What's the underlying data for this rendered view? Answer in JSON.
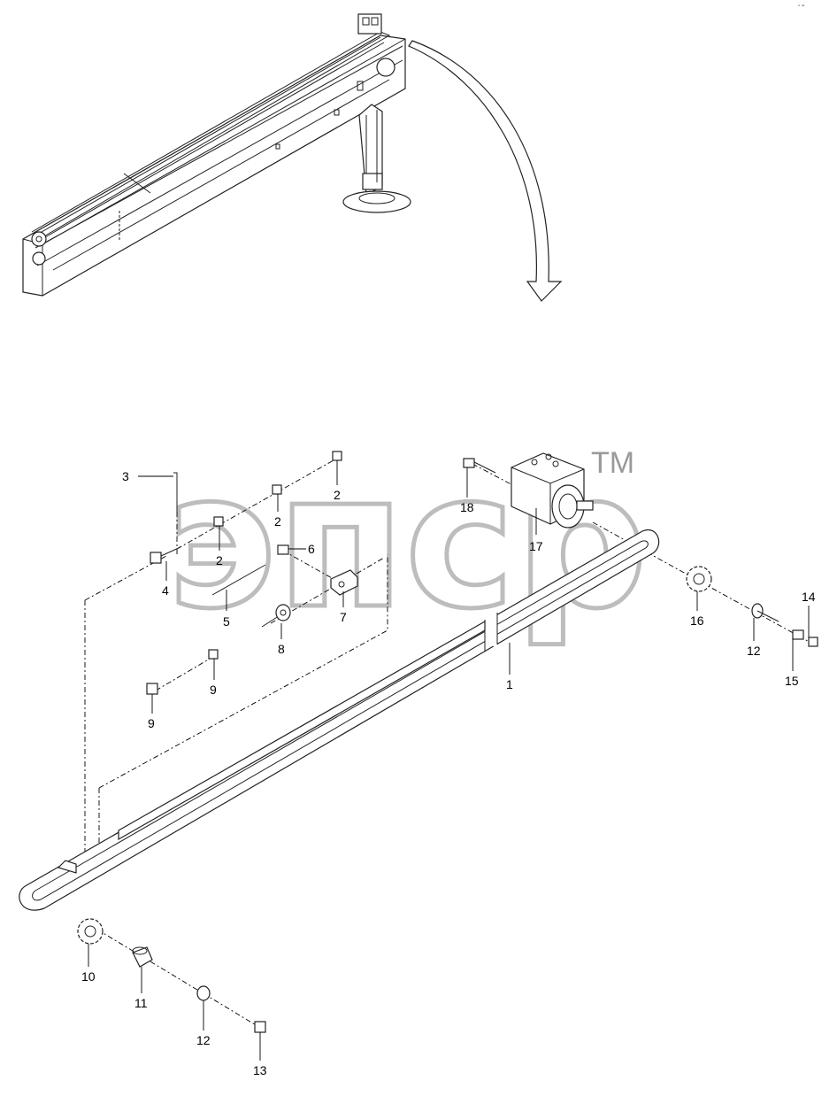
{
  "watermark": {
    "text": "эпср",
    "trademark": "TM"
  },
  "corner_mark": "″ ‵‴",
  "callouts": [
    {
      "id": "c3",
      "text": "3"
    },
    {
      "id": "c2a",
      "text": "2"
    },
    {
      "id": "c2b",
      "text": "2"
    },
    {
      "id": "c2c",
      "text": "2"
    },
    {
      "id": "c6",
      "text": "6"
    },
    {
      "id": "c4",
      "text": "4"
    },
    {
      "id": "c5",
      "text": "5"
    },
    {
      "id": "c7",
      "text": "7"
    },
    {
      "id": "c8",
      "text": "8"
    },
    {
      "id": "c9a",
      "text": "9"
    },
    {
      "id": "c9b",
      "text": "9"
    },
    {
      "id": "c18",
      "text": "18"
    },
    {
      "id": "c17",
      "text": "17"
    },
    {
      "id": "c16",
      "text": "16"
    },
    {
      "id": "c14",
      "text": "14"
    },
    {
      "id": "c12a",
      "text": "12"
    },
    {
      "id": "c15",
      "text": "15"
    },
    {
      "id": "c1",
      "text": "1"
    },
    {
      "id": "c10",
      "text": "10"
    },
    {
      "id": "c11",
      "text": "11"
    },
    {
      "id": "c12b",
      "text": "12"
    },
    {
      "id": "c13",
      "text": "13"
    }
  ]
}
